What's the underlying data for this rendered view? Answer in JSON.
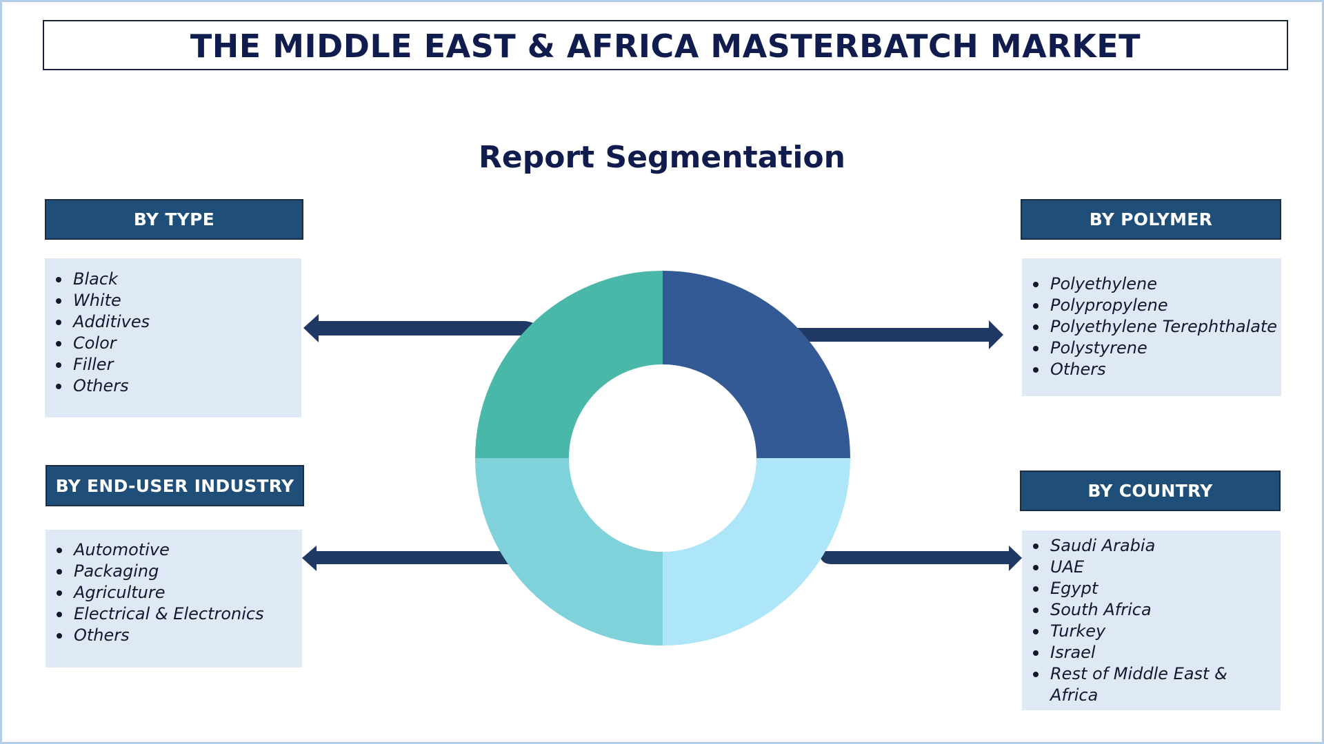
{
  "header": {
    "title": "THE MIDDLE EAST & AFRICA MASTERBATCH MARKET",
    "subtitle": "Report Segmentation"
  },
  "segments": {
    "type": {
      "label": "BY TYPE",
      "items": [
        "Black",
        "White",
        "Additives",
        "Color",
        "Filler",
        "Others"
      ]
    },
    "end_user": {
      "label": "BY END-USER INDUSTRY",
      "items": [
        "Automotive",
        "Packaging",
        "Agriculture",
        "Electrical & Electronics",
        "Others"
      ]
    },
    "polymer": {
      "label": "BY POLYMER",
      "items": [
        "Polyethylene",
        "Polypropylene",
        "Polyethylene Terephthalate",
        "Polystyrene",
        "Others"
      ]
    },
    "country": {
      "label": "BY COUNTRY",
      "items": [
        "Saudi Arabia",
        "UAE",
        "Egypt",
        "South Africa",
        "Turkey",
        "Israel",
        "Rest of Middle East & Africa"
      ]
    }
  },
  "donut": {
    "quadrants": [
      {
        "position": "top-left",
        "color": "#4ab8a8"
      },
      {
        "position": "top-right",
        "color": "#335a94"
      },
      {
        "position": "bottom-left",
        "color": "#7fd2d9"
      },
      {
        "position": "bottom-right",
        "color": "#ade6f9"
      }
    ]
  },
  "colors": {
    "title_text": "#0f1c4d",
    "header_bg": "#1f4e79",
    "list_bg": "#dee9f5",
    "arrow": "#1f3864",
    "frame": "#b3cde6"
  }
}
